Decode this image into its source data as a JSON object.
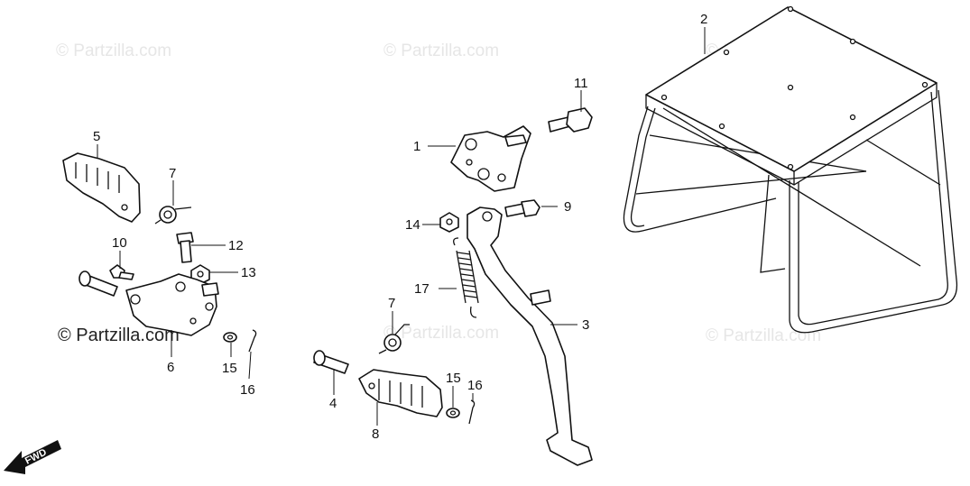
{
  "watermark": {
    "text": "© Partzilla.com",
    "prominent_text": "© Partzilla.com"
  },
  "fwd_label": "FWD",
  "callouts": {
    "c1": "1",
    "c2": "2",
    "c3": "3",
    "c4": "4",
    "c5": "5",
    "c6": "6",
    "c7a": "7",
    "c7b": "7",
    "c8": "8",
    "c9": "9",
    "c10": "10",
    "c11": "11",
    "c12": "12",
    "c13": "13",
    "c14": "14",
    "c15a": "15",
    "c15b": "15",
    "c16a": "16",
    "c16b": "16",
    "c17": "17"
  }
}
